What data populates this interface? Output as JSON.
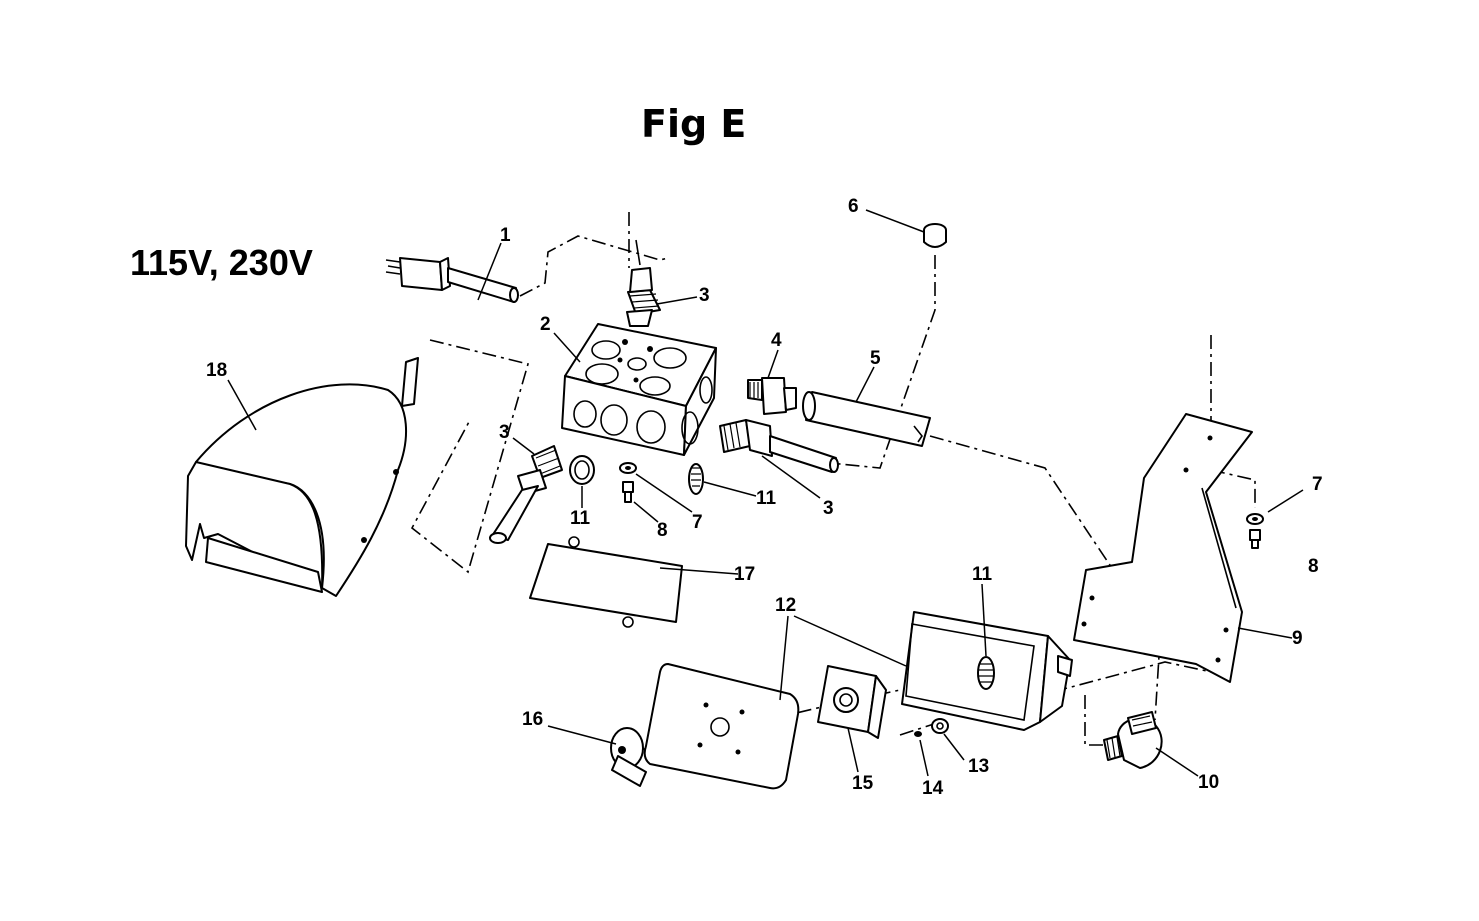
{
  "figure": {
    "title": "Fig E",
    "subtitle": "115V, 230V"
  },
  "callouts": {
    "c1": "1",
    "c2": "2",
    "c3a": "3",
    "c3b": "3",
    "c3c": "3",
    "c4": "4",
    "c5": "5",
    "c6": "6",
    "c7a": "7",
    "c7b": "7",
    "c8a": "8",
    "c8b": "8",
    "c9": "9",
    "c10": "10",
    "c11a": "11",
    "c11b": "11",
    "c11c": "11",
    "c12": "12",
    "c13": "13",
    "c14": "14",
    "c15": "15",
    "c16": "16",
    "c17": "17",
    "c18": "18"
  }
}
